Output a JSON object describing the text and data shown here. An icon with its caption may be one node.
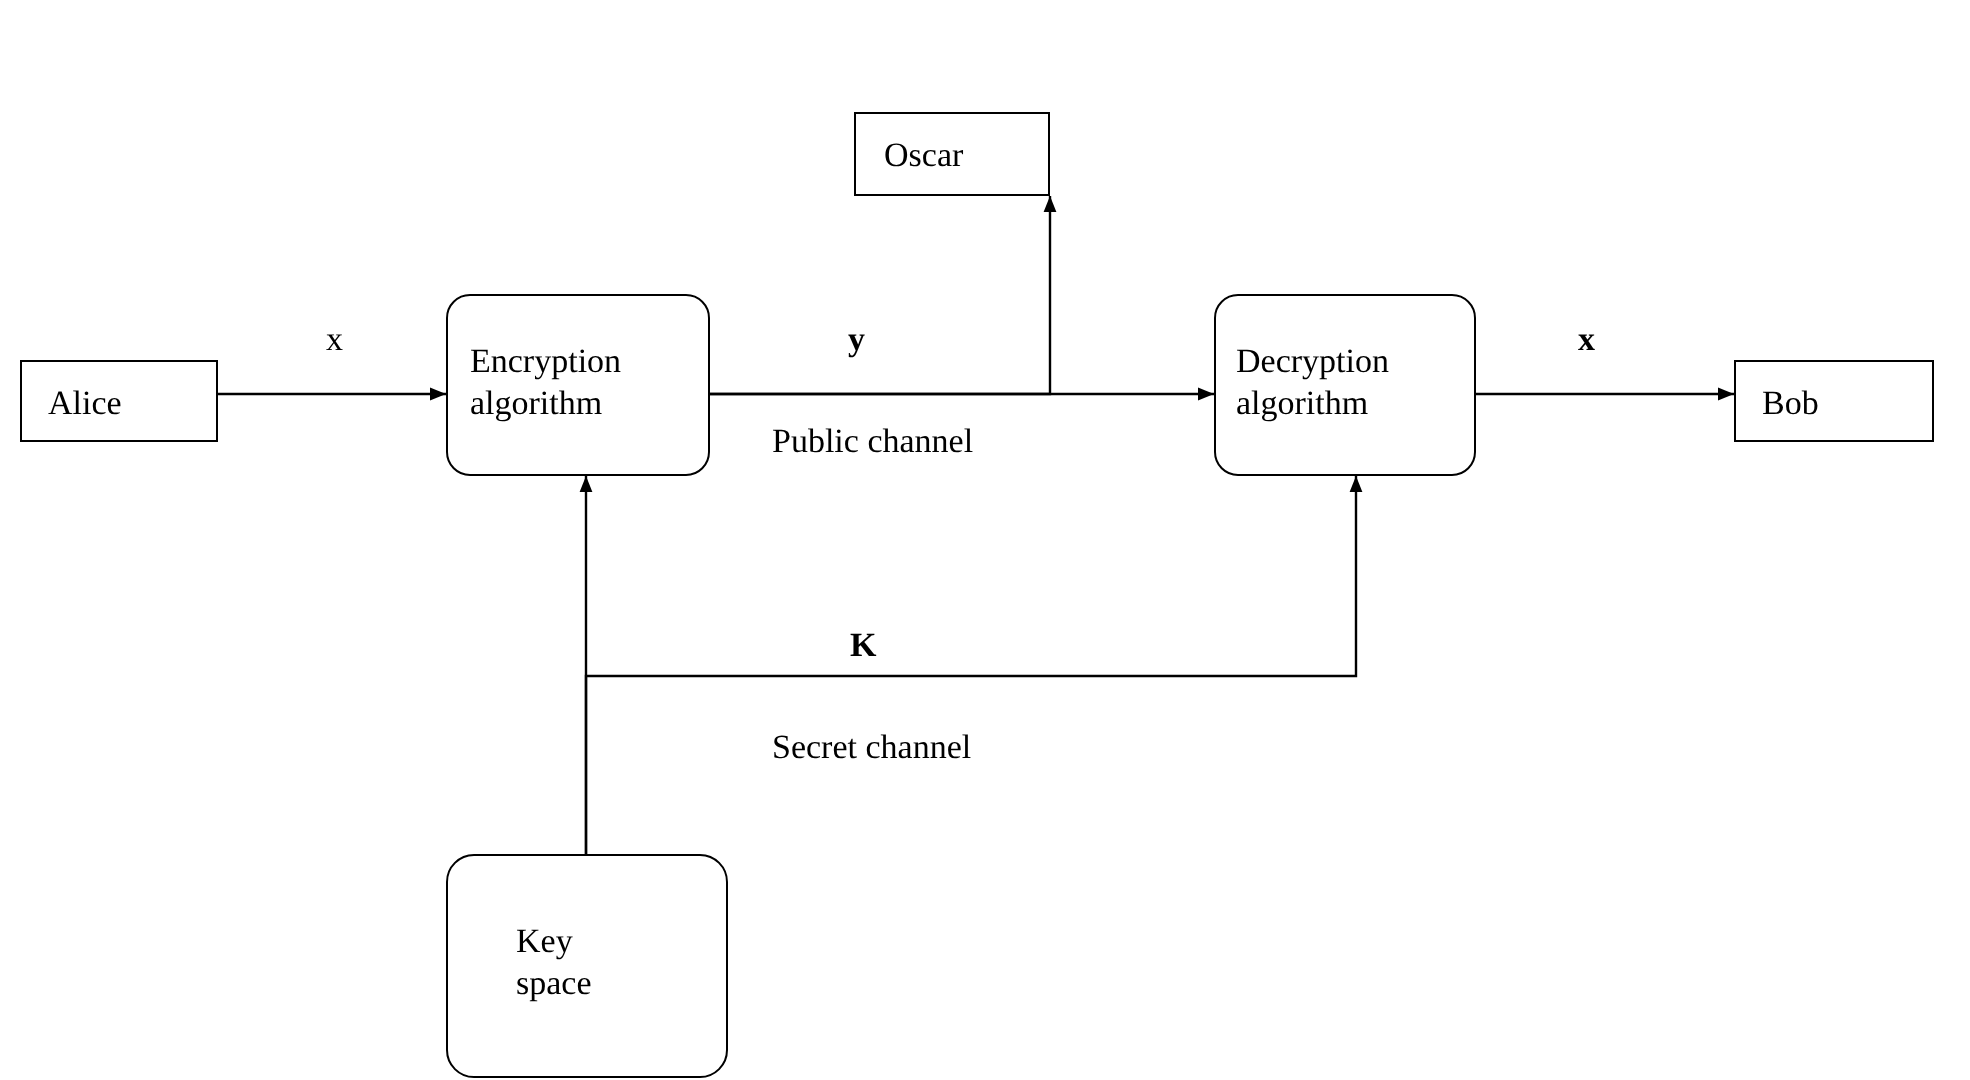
{
  "diagram": {
    "nodes": [
      {
        "text": [
          "Oscar"
        ]
      },
      {
        "text": [
          "Alice"
        ]
      },
      {
        "text": [
          "Encryption algorithm"
        ]
      },
      {
        "text": [
          "Decryption algorithm"
        ]
      },
      {
        "text": [
          "Bob"
        ]
      },
      {
        "text": [
          "Key space"
        ]
      }
    ],
    "edges": [
      {
        "from": 1,
        "to": 2,
        "arrow": "to",
        "label": "x"
      },
      {
        "from": 2,
        "to": 3,
        "arrow": "to",
        "label": "y"
      },
      {
        "from": 2,
        "to": 0,
        "arrow": "to"
      },
      {
        "from": 3,
        "to": 4,
        "arrow": "to",
        "label": "x"
      },
      {
        "from": 5,
        "to": 2,
        "arrow": "to"
      },
      {
        "from": 5,
        "to": 3,
        "arrow": "to",
        "label": "K"
      }
    ],
    "labels": [
      "Public channel",
      "Secret channel"
    ]
  }
}
